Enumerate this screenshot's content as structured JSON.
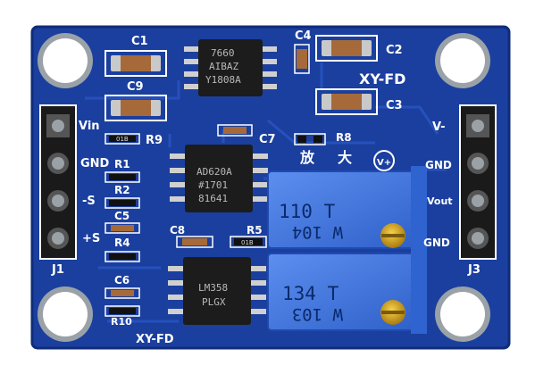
{
  "board": {
    "brand_top": "XY-FD",
    "brand_bottom": "XY-FD",
    "colors": {
      "pcb": "#1b3f9e",
      "pcb_dark": "#0f2c7a",
      "trace": "#2a54c2",
      "pot_body": "#3f74dd",
      "chip": "#1c1c1c",
      "gold": "#d4a521"
    }
  },
  "labels": {
    "C1": "C1",
    "C2": "C2",
    "C3": "C3",
    "C4": "C4",
    "C5": "C5",
    "C6": "C6",
    "C7": "C7",
    "C8": "C8",
    "C9": "C9",
    "R1": "R1",
    "R2": "R2",
    "R4": "R4",
    "R5": "R5",
    "R8": "R8",
    "R9": "R9",
    "R10": "R10",
    "J1": "J1",
    "J3": "J3",
    "vin": "Vin",
    "gnd_left": "GND",
    "minus_s": "-S",
    "plus_s": "+S",
    "v_minus": "V-",
    "gnd_right_1": "GND",
    "vout": "Vout",
    "gnd_right_2": "GND",
    "zh_amp_1": "放",
    "zh_amp_2": "大",
    "v_plus_symbol": "V+"
  },
  "chips": {
    "u_top": {
      "line1": "7660",
      "line2": "AIBAZ",
      "line3": "Y1808A"
    },
    "u_mid": {
      "line1": "AD620A",
      "line2": "#1701",
      "line3": "81641"
    },
    "u_bot": {
      "line1": "LM358",
      "line2": "PLGX"
    }
  },
  "pots": {
    "top": {
      "line1": "110 T",
      "line2": "W 104"
    },
    "bottom": {
      "line1": "134 T",
      "line2": "W 103"
    }
  },
  "small_parts": {
    "r_resistor_code": "01B"
  }
}
